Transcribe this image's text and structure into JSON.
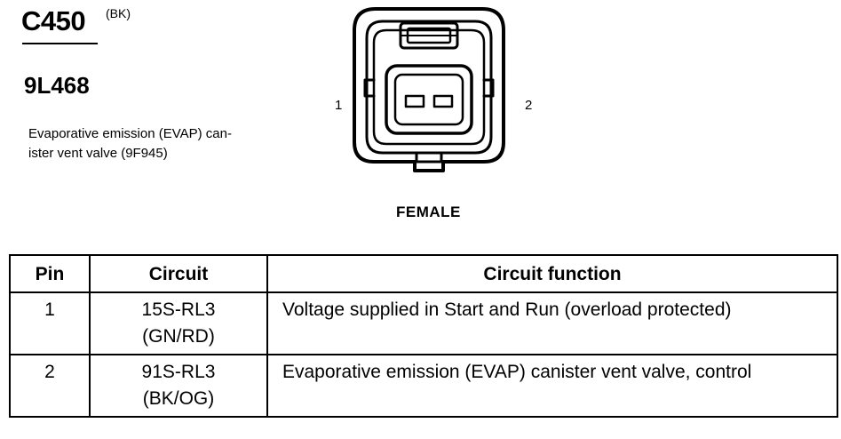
{
  "header": {
    "connector_id": "C450",
    "connector_color": "(BK)",
    "part_number": "9L468",
    "description_lines": [
      "Evaporative emission (EVAP) can-",
      "ister vent valve (9F945)"
    ]
  },
  "connector_view": {
    "pin_labels": [
      "1",
      "2"
    ],
    "gender": "FEMALE",
    "icon": "connector-face-icon"
  },
  "pin_table": {
    "headers": [
      "Pin",
      "Circuit",
      "Circuit function"
    ],
    "rows": [
      {
        "pin": "1",
        "circuit": "15S-RL3",
        "wire_color": "(GN/RD)",
        "function": "Voltage supplied in Start and Run (overload protected)"
      },
      {
        "pin": "2",
        "circuit": "91S-RL3",
        "wire_color": "(BK/OG)",
        "function": "Evaporative emission (EVAP) canister vent valve, control"
      }
    ]
  },
  "colors": {
    "ink": "#000000",
    "background": "#ffffff"
  }
}
